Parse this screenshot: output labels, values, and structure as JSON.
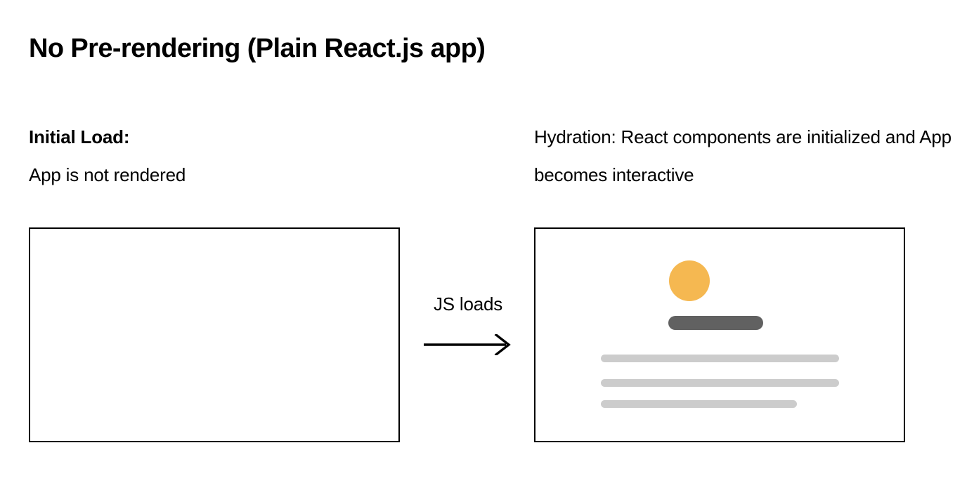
{
  "title": "No Pre-rendering (Plain React.js app)",
  "left_column": {
    "heading": "Initial Load:",
    "description": "App is not rendered",
    "frame_name": "empty-app-frame",
    "frame_content": ""
  },
  "right_column": {
    "heading": "Hydration:",
    "description": " React components are initialized and App becomes interactive",
    "frame_name": "hydrated-app-frame"
  },
  "transition": {
    "label": "JS loads",
    "arrow": "right-arrow"
  },
  "skeleton": {
    "avatar": "circle-placeholder",
    "title_bar": "dark-bar-placeholder",
    "text_lines": [
      "text-line-1",
      "text-line-2",
      "text-line-3"
    ]
  },
  "colors": {
    "accent_orange": "#F5B851",
    "bar_dark_gray": "#616161",
    "line_light_gray": "#CCCCCC",
    "border_black": "#000000",
    "background": "#FFFFFF",
    "text": "#000000"
  }
}
